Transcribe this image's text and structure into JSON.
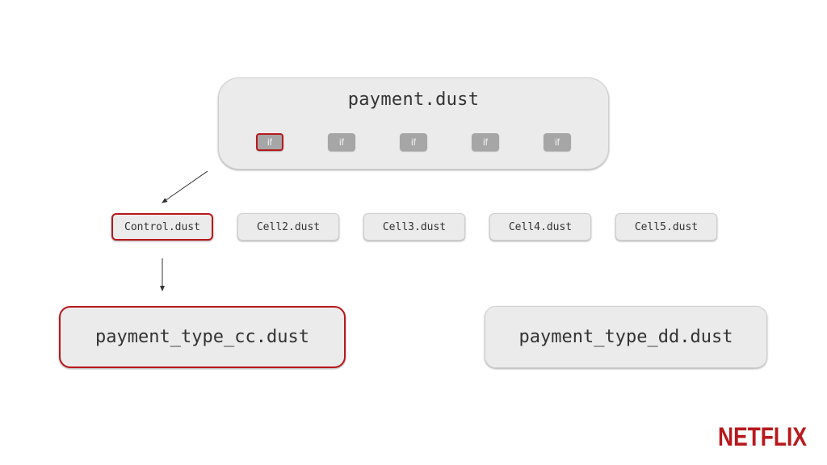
{
  "colors": {
    "netflix_red": "#b8181c",
    "box_fill": "#ebebeb",
    "chip_fill": "#a6a6a6"
  },
  "parent": {
    "title": "payment.dust",
    "conditions": [
      "if",
      "if",
      "if",
      "if",
      "if"
    ],
    "selected_condition": 0
  },
  "cells": [
    {
      "label": "Control.dust",
      "selected": true
    },
    {
      "label": "Cell2.dust",
      "selected": false
    },
    {
      "label": "Cell3.dust",
      "selected": false
    },
    {
      "label": "Cell4.dust",
      "selected": false
    },
    {
      "label": "Cell5.dust",
      "selected": false
    }
  ],
  "payment_types": [
    {
      "label": "payment_type_cc.dust",
      "selected": true
    },
    {
      "label": "payment_type_dd.dust",
      "selected": false
    }
  ],
  "logo": {
    "text": "NETFLIX",
    "icon": "netflix-logo"
  }
}
